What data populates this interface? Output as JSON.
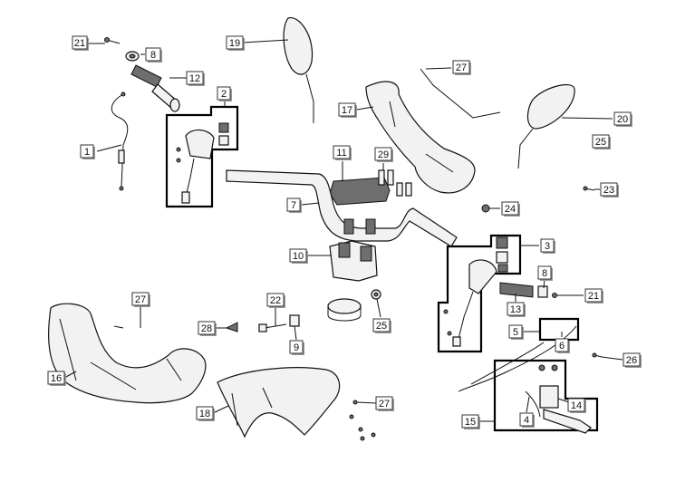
{
  "diagram": {
    "labels": [
      {
        "id": "c21a",
        "text": "21"
      },
      {
        "id": "c8a",
        "text": "8"
      },
      {
        "id": "c12",
        "text": "12"
      },
      {
        "id": "c2",
        "text": "2"
      },
      {
        "id": "c1",
        "text": "1"
      },
      {
        "id": "c19",
        "text": "19"
      },
      {
        "id": "c27a",
        "text": "27"
      },
      {
        "id": "c17",
        "text": "17"
      },
      {
        "id": "c20",
        "text": "20"
      },
      {
        "id": "c25a",
        "text": "25"
      },
      {
        "id": "c11",
        "text": "11"
      },
      {
        "id": "c29",
        "text": "29"
      },
      {
        "id": "c7",
        "text": "7"
      },
      {
        "id": "c24",
        "text": "24"
      },
      {
        "id": "c23",
        "text": "23"
      },
      {
        "id": "c10",
        "text": "10"
      },
      {
        "id": "c3",
        "text": "3"
      },
      {
        "id": "c8b",
        "text": "8"
      },
      {
        "id": "c21b",
        "text": "21"
      },
      {
        "id": "c13",
        "text": "13"
      },
      {
        "id": "c27b",
        "text": "27"
      },
      {
        "id": "c22",
        "text": "22"
      },
      {
        "id": "c28",
        "text": "28"
      },
      {
        "id": "c25b",
        "text": "25"
      },
      {
        "id": "c9",
        "text": "9"
      },
      {
        "id": "c5",
        "text": "5"
      },
      {
        "id": "c6",
        "text": "6"
      },
      {
        "id": "c26",
        "text": "26"
      },
      {
        "id": "c16",
        "text": "16"
      },
      {
        "id": "c18",
        "text": "18"
      },
      {
        "id": "c27c",
        "text": "27"
      },
      {
        "id": "c14",
        "text": "14"
      },
      {
        "id": "c15",
        "text": "15"
      },
      {
        "id": "c4",
        "text": "4"
      }
    ]
  }
}
